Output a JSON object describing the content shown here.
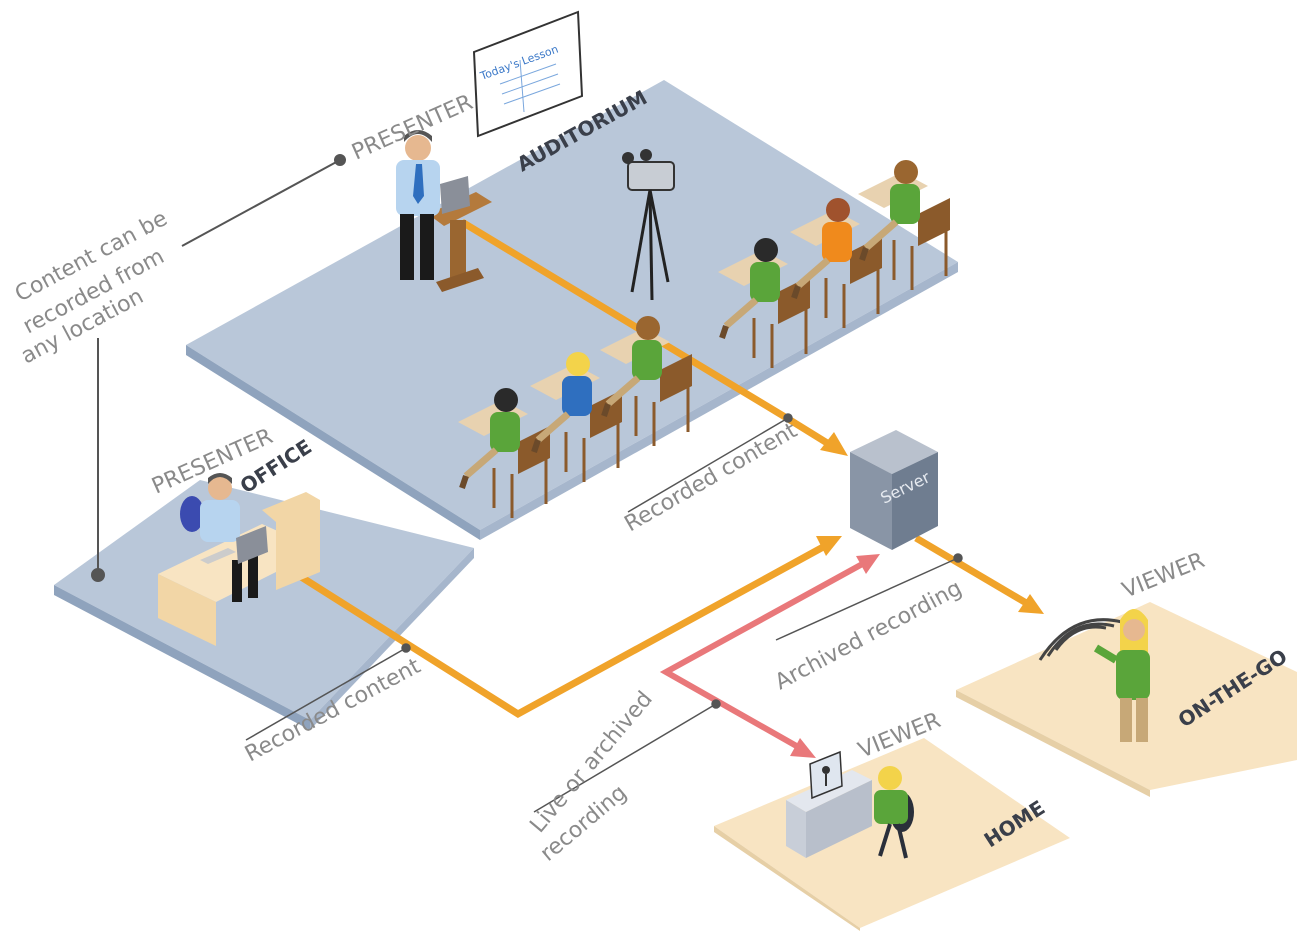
{
  "labels": {
    "presenter_auditorium": "PRESENTER",
    "presenter_office": "PRESENTER",
    "auditorium": "AUDITORIUM",
    "office": "OFFICE",
    "content_note_line1": "Content can be",
    "content_note_line2": "recorded from",
    "content_note_line3": "any location",
    "recorded_content_top": "Recorded content",
    "recorded_content_bottom": "Recorded content",
    "server": "Server",
    "archived_recording": "Archived recording",
    "live_line1": "Live or archived",
    "live_line2": "recording",
    "viewer_go": "VIEWER",
    "viewer_home": "VIEWER",
    "on_the_go": "ON-THE-GO",
    "home": "HOME",
    "board_title": "Today's Lesson"
  },
  "colors": {
    "floor_blue": "#b9c7d9",
    "floor_blue_side": "#8fa3bd",
    "floor_cream": "#f8e4c2",
    "floor_cream_side": "#e6cfa6",
    "flow_orange": "#f0a32a",
    "flow_red": "#e9787a",
    "label_gray": "#8a8a8a",
    "shirt_green": "#5aa53a",
    "shirt_orange": "#f08a1c",
    "shirt_blue": "#2f6fbf",
    "shirt_lightblue": "#b7d4ef",
    "chair_brown": "#8b5a2b",
    "desk_tan": "#e8d2b0"
  },
  "icons": [
    "camera-icon",
    "server-icon",
    "whiteboard-icon",
    "monitor-icon",
    "wireless-signal-icon"
  ]
}
